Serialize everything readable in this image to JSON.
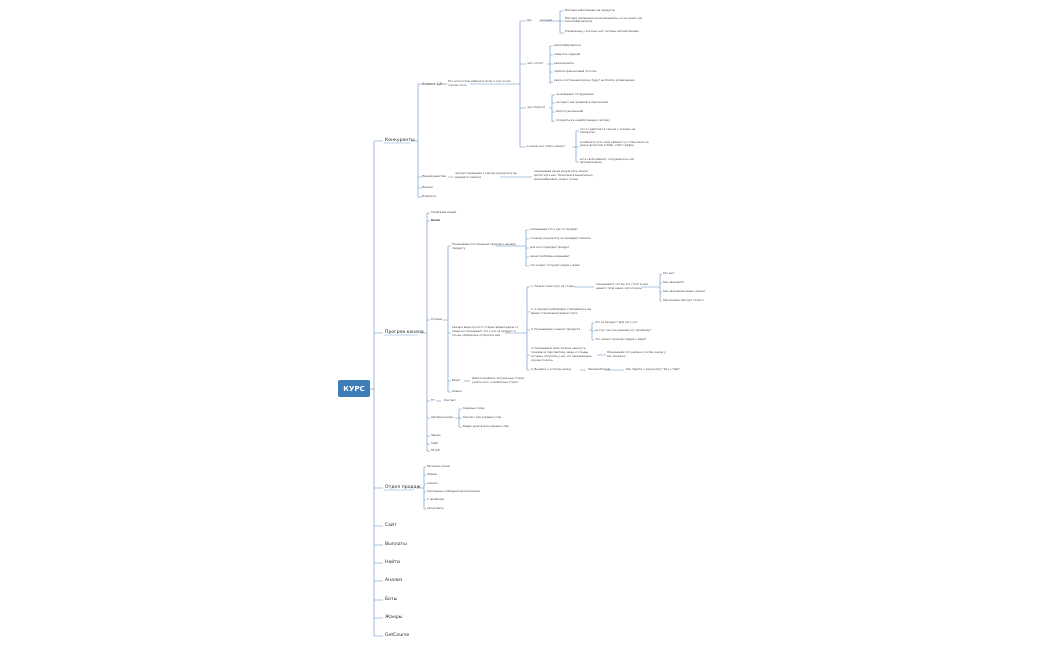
{
  "root": "КУРС",
  "colors": {
    "branch": "#5b8cc0",
    "root_bg": "#3d7db8",
    "text": "#333333"
  },
  "l1": [
    "Конкуренты",
    "Прогрев канала",
    "Отдел продаж",
    "Сайт",
    "Выплаты",
    "Найти",
    "Анализ",
    "Боты",
    "Жанры",
    "GetCourse"
  ],
  "konkurenty": {
    "analiz": "Анализ ЦА",
    "analiz_note": [
      "Кто если хотим избежать боли и чего хочет",
      "считаю этого"
    ],
    "ca": "ЦА",
    "kto_on": "кто они?",
    "kto_items": [
      "Мастера работающие на продукты",
      "Мастера желающие монетизировать, но не знают как масштабироваться",
      "Управленцы у которых нет системы автоматизации"
    ],
    "chego_hotyat": "чего хотят?",
    "hotyat_items": [
      "масштабироваться",
      "повысить средний",
      "делегировать",
      "пробить финансовый потолок",
      "иметь постоянный доход, будут не болеть управленцем"
    ],
    "chego_boyatsya": "чего боятся?",
    "boyatsya_items": [
      "не доверяют сотрудникам",
      "не знают как управлять персоналом",
      "боятся увольнений",
      "потеряться в неработающую систему"
    ],
    "v_kakom": "в каком они этапе сейчас?",
    "v_kakom_items": [
      "кто-то работает в салоне у хозяина на процентах",
      "в кабинету есть свой кабинет но чтобы было на доход допустим в 300к, собст график",
      "есть свой кабинет, сотрудники но нет автоматизации"
    ],
    "preimushchestva": "Преимущества",
    "preim_note": [
      "четкую понимание к какому результату вы",
      "доведете клиента"
    ],
    "preim_result": [
      "показываем какие результаты можно",
      "достигнуть как. Помогаем в вещательно,",
      "масштабировать своего сотым"
    ],
    "nishi": "Нишки",
    "podpisi": "Подписи"
  },
  "progrev": {
    "telegram": "Телеграм канал",
    "reels": "Reels",
    "stories": "Сторис",
    "stories_note": [
      "Показываем постепенный прогрев к нашему",
      "продукту"
    ],
    "stories_items": [
      "показываем кто у нас то продает",
      "к какому результату он приведет клиента",
      "для кого подходит продукт",
      "какие проблемы накрывает",
      "что клиент получает рядом с вами"
    ],
    "stories_note2": [
      "каждое вида почти от старых видеоподаче от",
      "новых не показывает что у нас за продукт и",
      "это вы собирались отпросить мак"
    ],
    "step1": "1. Начали свою путь на сторис",
    "step1_note": [
      "показываете что бы это стоит в нем",
      "нашего типа одних сего помочь"
    ],
    "step1_items": [
      "Кто вы?",
      "Как начинали?",
      "Как начинались ваши жизни?",
      "Какой ваши мастер? точно 1"
    ],
    "step2": [
      "2. С какими проблемами сталкивались вы",
      "время становления вашего пути"
    ],
    "step3": "3. Показываем и нашего продукта",
    "step3_items": [
      "Что за продукт? Для кого он?",
      "за счет чего мы решаем эту проблему?",
      "Что клиент получает рядом с вами?"
    ],
    "step4": [
      "4. Показываем свою личную ценность,",
      "показав за перспективу, виды и отзывы",
      "которые получили у нас что завлекающие",
      "хорошо помочь"
    ],
    "step4_note": [
      "Показываем что реально состав, какую у",
      "вас продажи"
    ],
    "step5": "5. Вызвать к острому заказу",
    "step5_a": "Запиши/Получи",
    "step5_b": "Как прийти к результату \"Кое у тебя\"",
    "vizit": "Визит",
    "vizit_note": [
      "Шапка профиля, актуальные сторис,",
      "узнать кого, компактные сторис"
    ],
    "nishi": "Нишки",
    "tg": "ТГ",
    "tg_item": "Контент",
    "avtor": "Авторассылки",
    "avtor_items": [
      "Кодовые слова",
      "Контент для кодовых слов",
      "Видео уроков для кодовых слов"
    ],
    "tail": [
      "Здоро",
      "Сайт",
      "Ютуб"
    ]
  },
  "otdel": [
    "Рассылки писем",
    "Обзвон",
    "Анкеты",
    "Системные сообщения для рассылки",
    "С профилем",
    "Автоответы"
  ]
}
